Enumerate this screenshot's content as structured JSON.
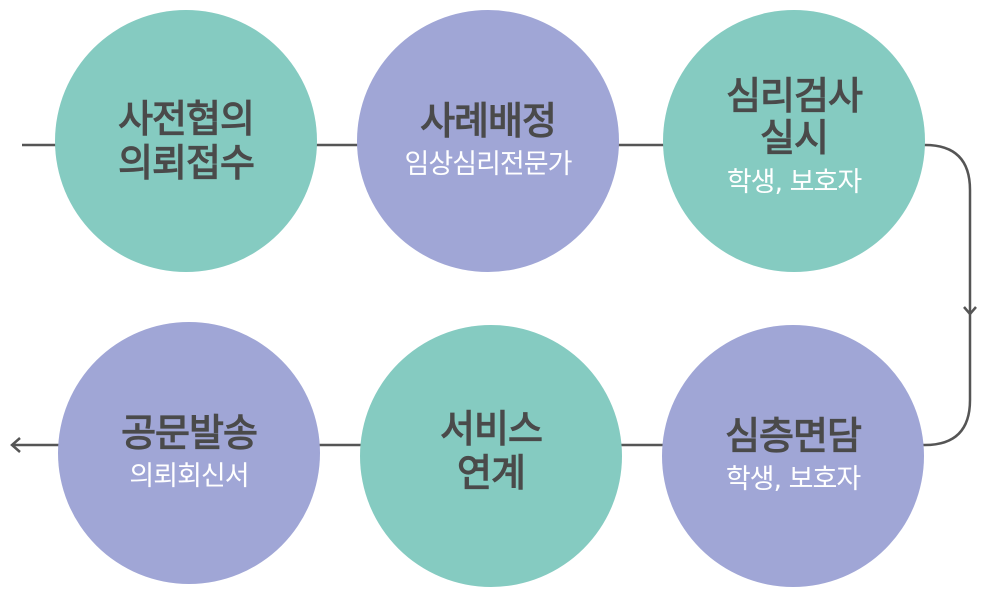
{
  "colors": {
    "teal": "#85cbc1",
    "lavender": "#a0a6d6",
    "line": "#555555",
    "title_text": "#4a4a4a",
    "sub_text": "#ffffff"
  },
  "steps": [
    {
      "title_lines": [
        "사전협의",
        "의뢰접수"
      ],
      "subtitle": "",
      "color": "teal"
    },
    {
      "title_lines": [
        "사례배정"
      ],
      "subtitle": "임상심리전문가",
      "color": "lavender"
    },
    {
      "title_lines": [
        "심리검사",
        "실시"
      ],
      "subtitle": "학생, 보호자",
      "color": "teal"
    },
    {
      "title_lines": [
        "공문발송"
      ],
      "subtitle": "의뢰회신서",
      "color": "lavender"
    },
    {
      "title_lines": [
        "서비스",
        "연계"
      ],
      "subtitle": "",
      "color": "teal"
    },
    {
      "title_lines": [
        "심층면담"
      ],
      "subtitle": "학생, 보호자",
      "color": "lavender"
    }
  ],
  "flow_icons": {
    "down_arrow": "chevron-down-icon",
    "left_arrow": "arrow-left-icon"
  }
}
